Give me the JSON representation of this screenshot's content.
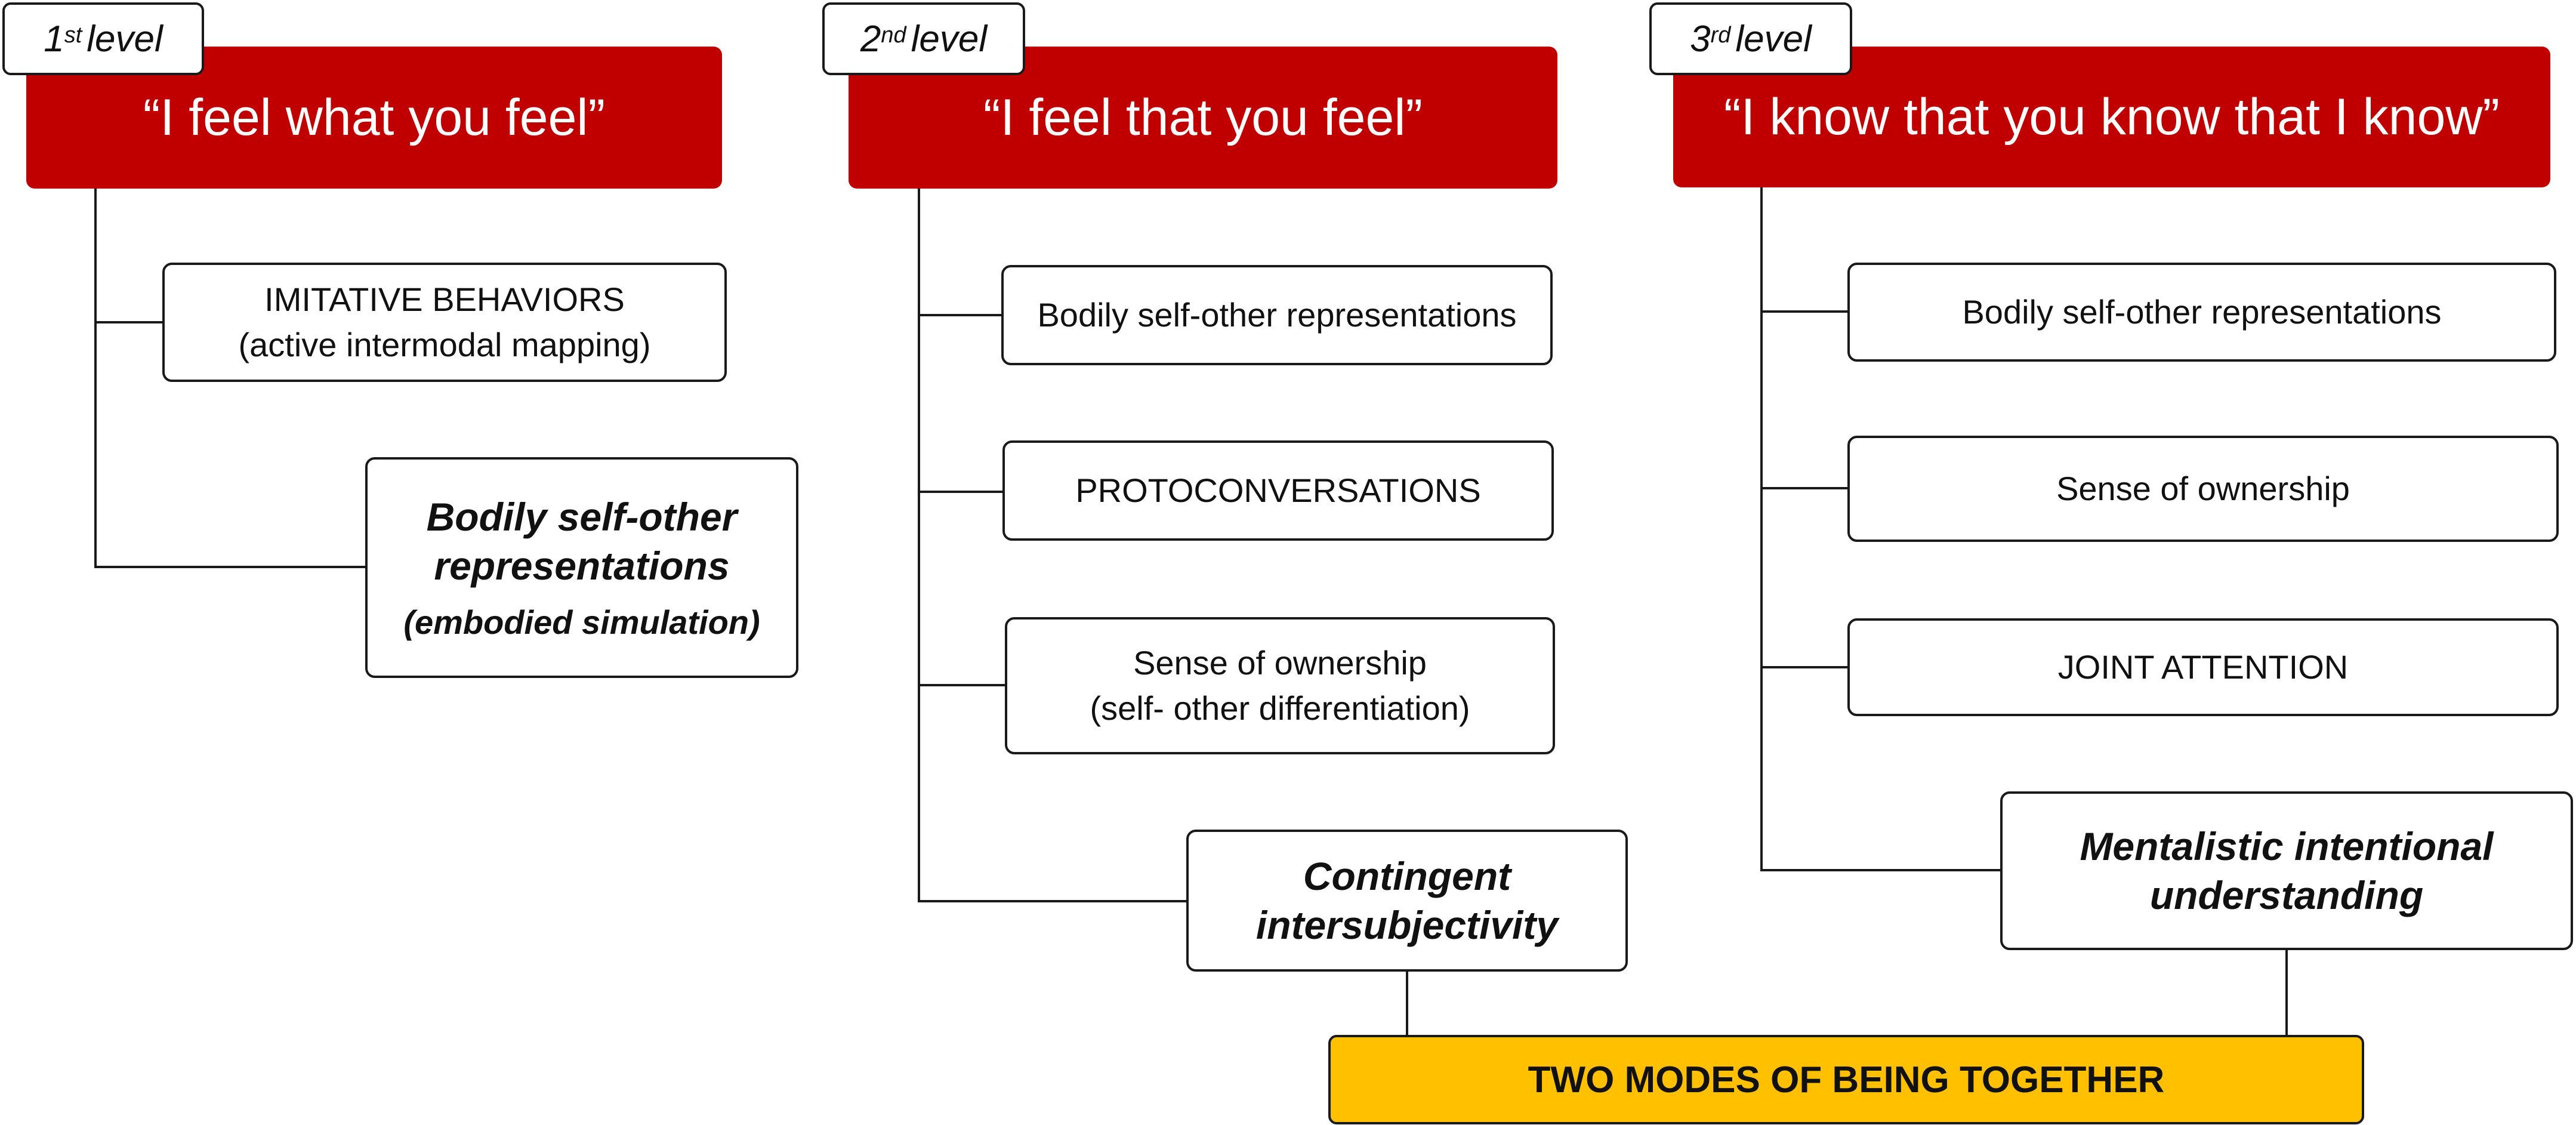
{
  "level1": {
    "tag_num": "1",
    "tag_sup": "st",
    "tag_word": "level",
    "header": "“I feel what you feel”",
    "boxes": [
      {
        "line1": "IMITATIVE BEHAVIORS",
        "line2": "(active intermodal mapping)"
      }
    ],
    "key": {
      "line1": "Bodily self-other",
      "line2": "representations",
      "line3": "(embodied simulation)"
    }
  },
  "level2": {
    "tag_num": "2",
    "tag_sup": "nd",
    "tag_word": "level",
    "header": "“I feel that you feel”",
    "boxes": [
      {
        "line1": "Bodily self-other representations"
      },
      {
        "line1": "PROTOCONVERSATIONS"
      },
      {
        "line1": "Sense of ownership",
        "line2": "(self- other differentiation)"
      }
    ],
    "key": {
      "line1": "Contingent",
      "line2": "intersubjectivity"
    }
  },
  "level3": {
    "tag_num": "3",
    "tag_sup": "rd",
    "tag_word": "level",
    "header": "“I know that you know that I know”",
    "boxes": [
      {
        "line1": "Bodily self-other representations"
      },
      {
        "line1": "Sense of ownership"
      },
      {
        "line1": "JOINT ATTENTION"
      }
    ],
    "key": {
      "line1": "Mentalistic intentional",
      "line2": "understanding"
    }
  },
  "footer": {
    "label": "TWO MODES OF BEING TOGETHER"
  },
  "colors": {
    "header": "#c00000",
    "footer": "#ffc000",
    "border": "#1a1a1a"
  }
}
